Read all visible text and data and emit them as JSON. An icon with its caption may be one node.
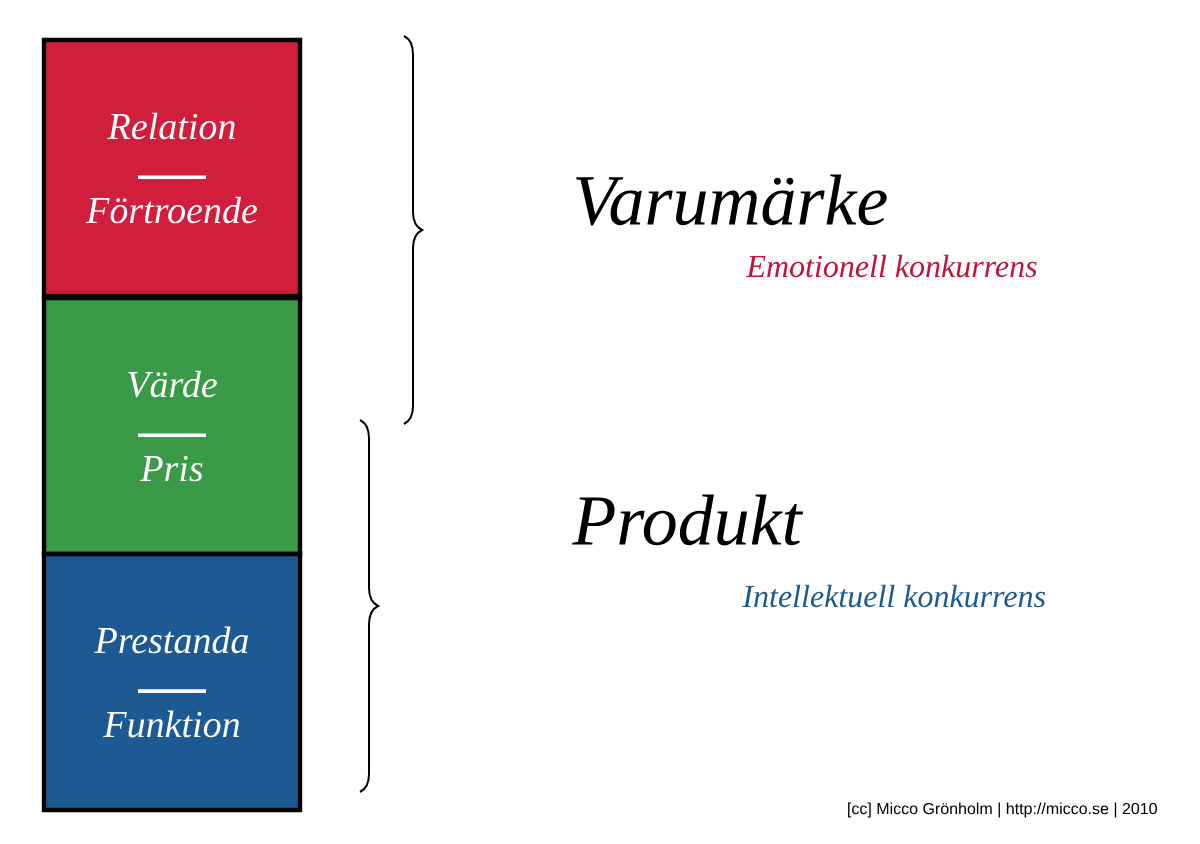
{
  "diagram": {
    "nodes": [
      {
        "text": [
          "Relation",
          "Förtroende"
        ]
      },
      {
        "text": [
          "Värde",
          "Pris"
        ]
      },
      {
        "text": [
          "Prestanda",
          "Funktion"
        ]
      }
    ],
    "labels": [
      "Varumärke",
      "Emotionell konkurrens",
      "Produkt",
      "Intellektuell konkurrens",
      "[cc] Micco Grönholm | http://micco.se | 2010"
    ]
  }
}
